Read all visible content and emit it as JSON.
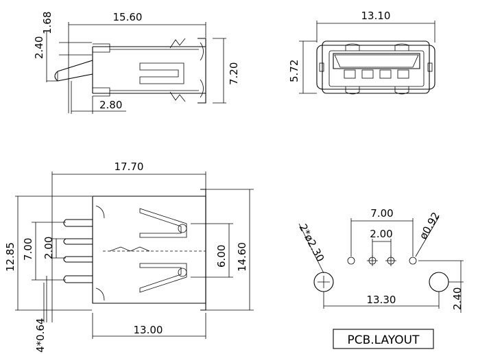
{
  "side_view": {
    "length": "15.60",
    "pin_offset": "1.68",
    "pin_height": "2.40",
    "height": "7.20",
    "pin_length": "2.80"
  },
  "front_view": {
    "width": "13.10",
    "height": "5.72"
  },
  "top_view": {
    "overall_length": "17.70",
    "overall_width": "12.85",
    "pin_span": "7.00",
    "pin_pitch": "2.00",
    "spring_gap": "6.00",
    "shell_width": "14.60",
    "body_length": "13.00",
    "pin_width": "4*0.64"
  },
  "pcb_layout": {
    "pin_span": "7.00",
    "pin_pitch": "2.00",
    "pin_hole": "ø0.92",
    "post_holes": "2*ø2.30",
    "post_span": "13.30",
    "post_offset": "2.40",
    "title": "PCB.LAYOUT"
  }
}
